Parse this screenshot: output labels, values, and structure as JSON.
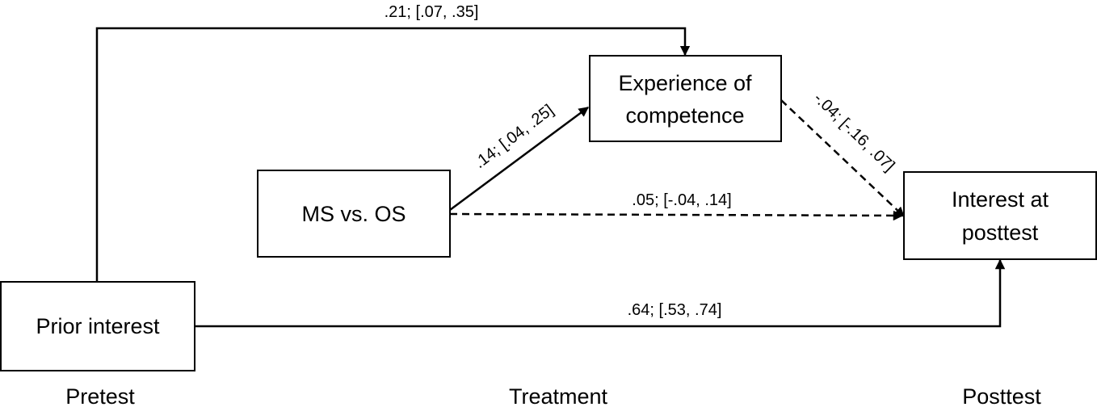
{
  "nodes": {
    "prior_interest": {
      "lines": [
        "Prior interest"
      ]
    },
    "ms_vs_os": {
      "lines": [
        "MS vs. OS"
      ]
    },
    "competence": {
      "lines": [
        "Experience of",
        "competence"
      ]
    },
    "interest_posttest": {
      "lines": [
        "Interest at",
        "posttest"
      ]
    }
  },
  "edges": {
    "prior_to_competence": {
      "label": ".21; [.07, .35]",
      "style": "solid"
    },
    "ms_to_competence": {
      "label": ".14; [.04, .25]",
      "style": "solid"
    },
    "competence_to_interest": {
      "label": "-.04; [-.16, .07]",
      "style": "dashed"
    },
    "ms_to_interest": {
      "label": ".05; [-.04, .14]",
      "style": "dashed"
    },
    "prior_to_interest": {
      "label": ".64; [.53, .74]",
      "style": "solid"
    }
  },
  "phases": {
    "pretest": "Pretest",
    "treatment": "Treatment",
    "posttest": "Posttest"
  }
}
